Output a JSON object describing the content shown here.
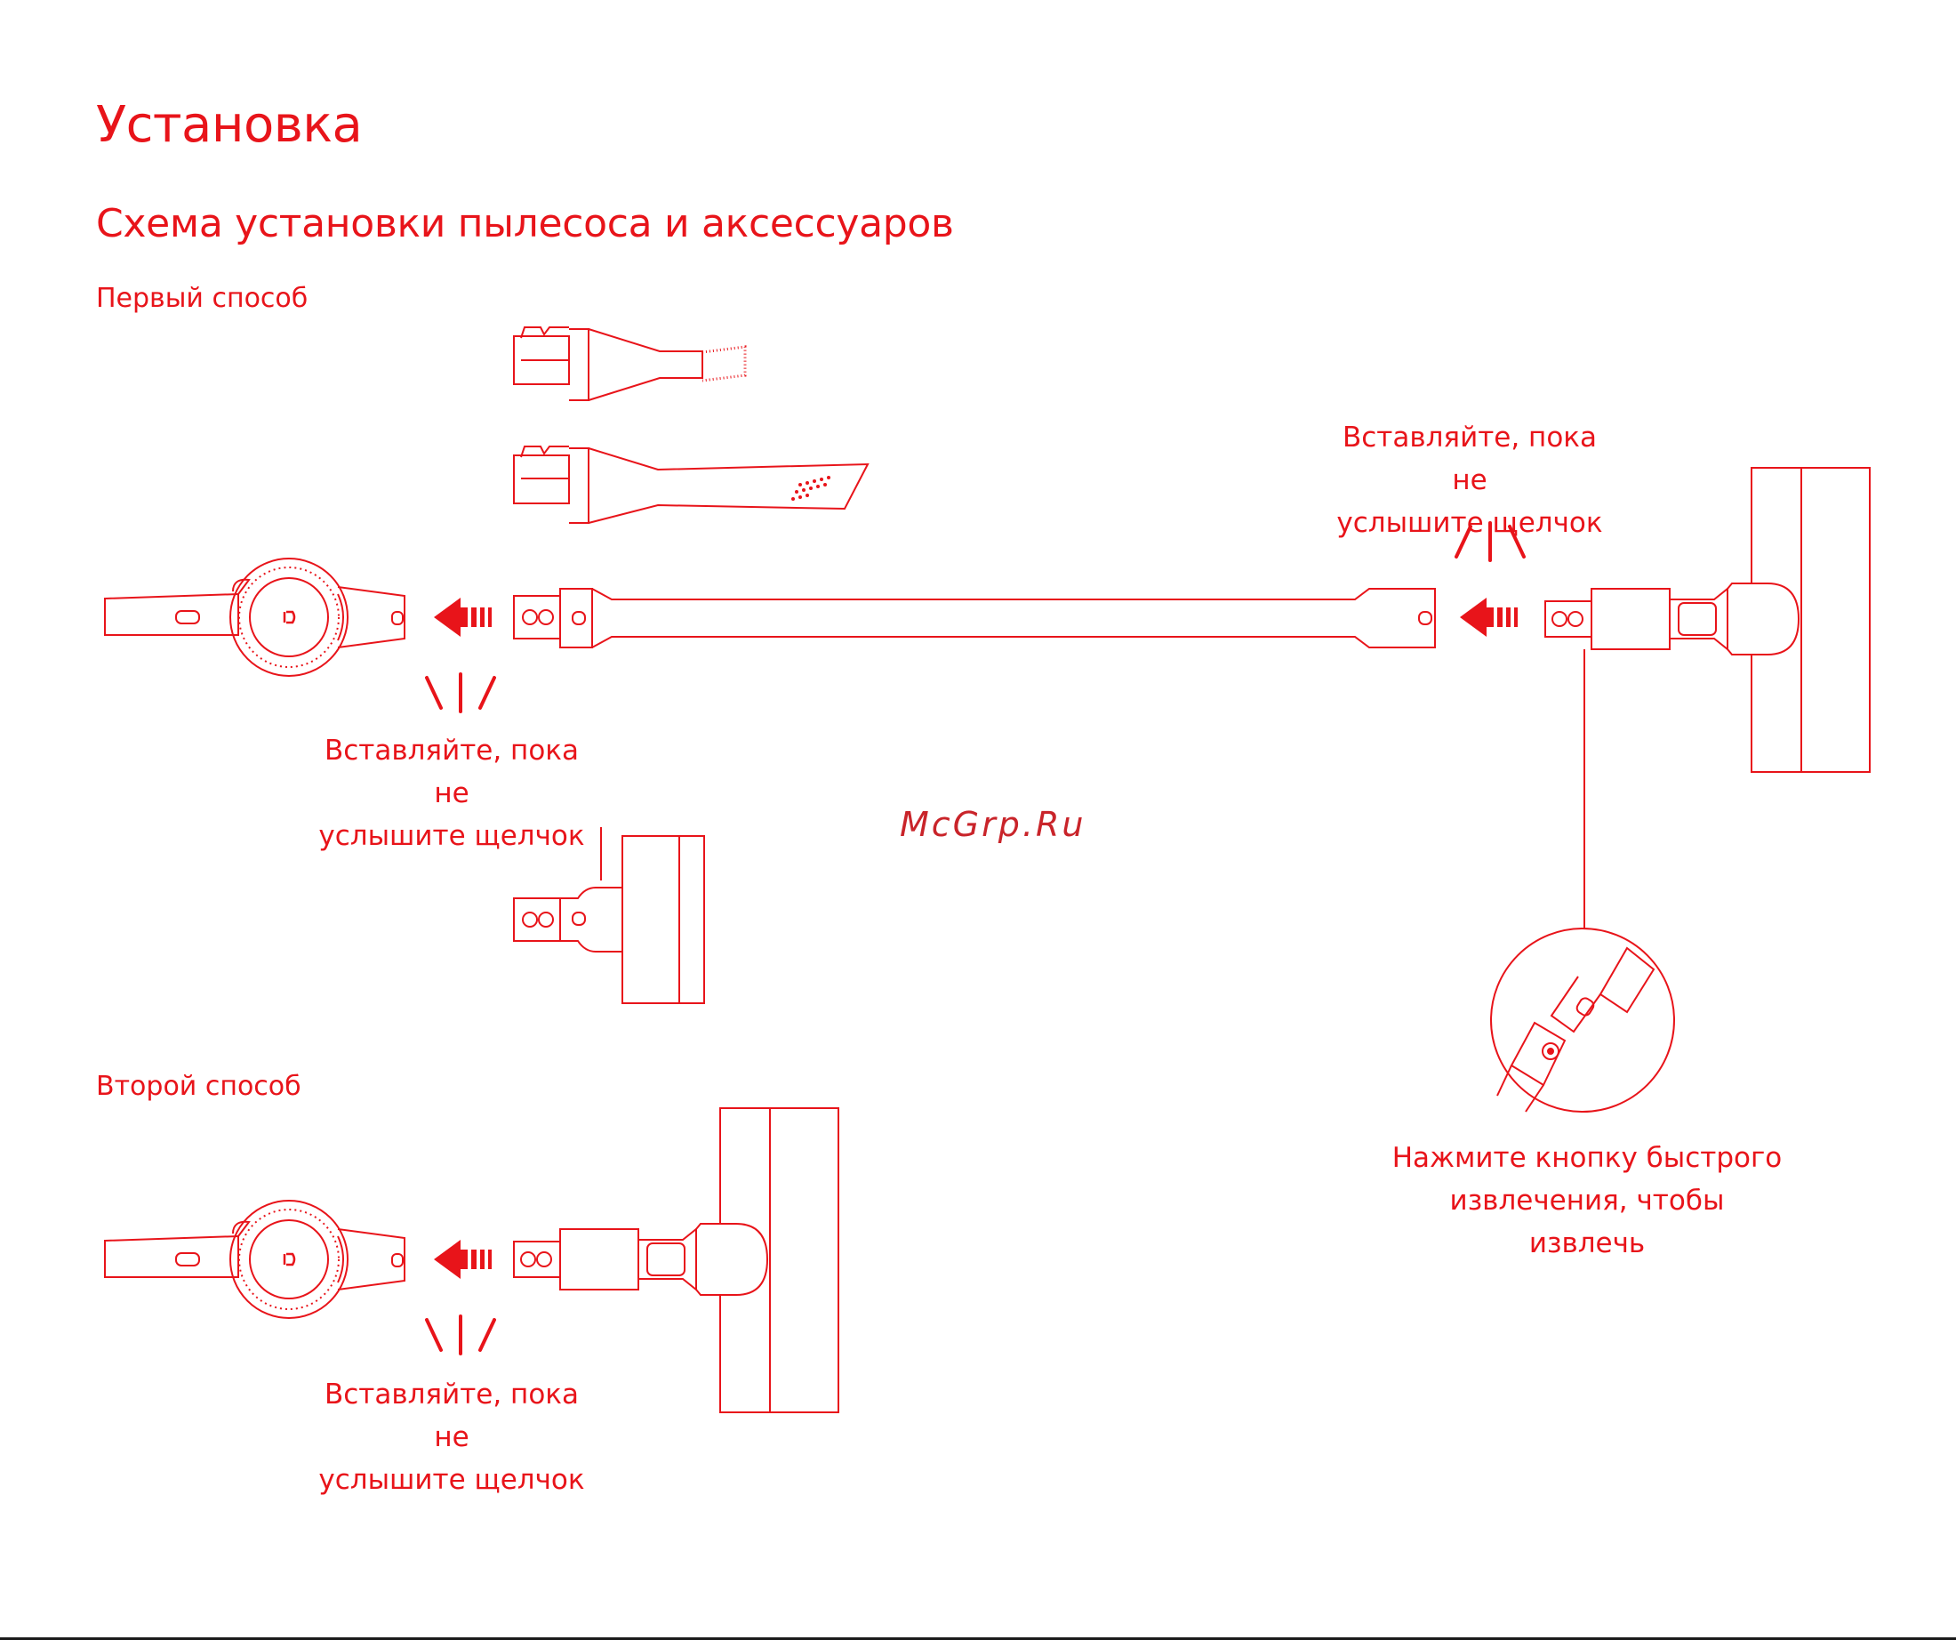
{
  "title": "Установка",
  "subtitle": "Схема установки пылесоса и аксессуаров",
  "method1": {
    "label": "Первый способ"
  },
  "method2": {
    "label": "Второй способ"
  },
  "captions": {
    "insert_click": "Вставляйте, пока не\nуслышите щелчок",
    "quick_release": "Нажмите кнопку быстрого\nизвлечения, чтобы извлечь"
  },
  "watermark": "McGrp.Ru",
  "colors": {
    "accent": "#e8141a",
    "line": "#e8141a",
    "background": "#ffffff"
  },
  "icons": [
    "arrow-left-icon",
    "click-sound-icon",
    "mi-logo-icon"
  ]
}
